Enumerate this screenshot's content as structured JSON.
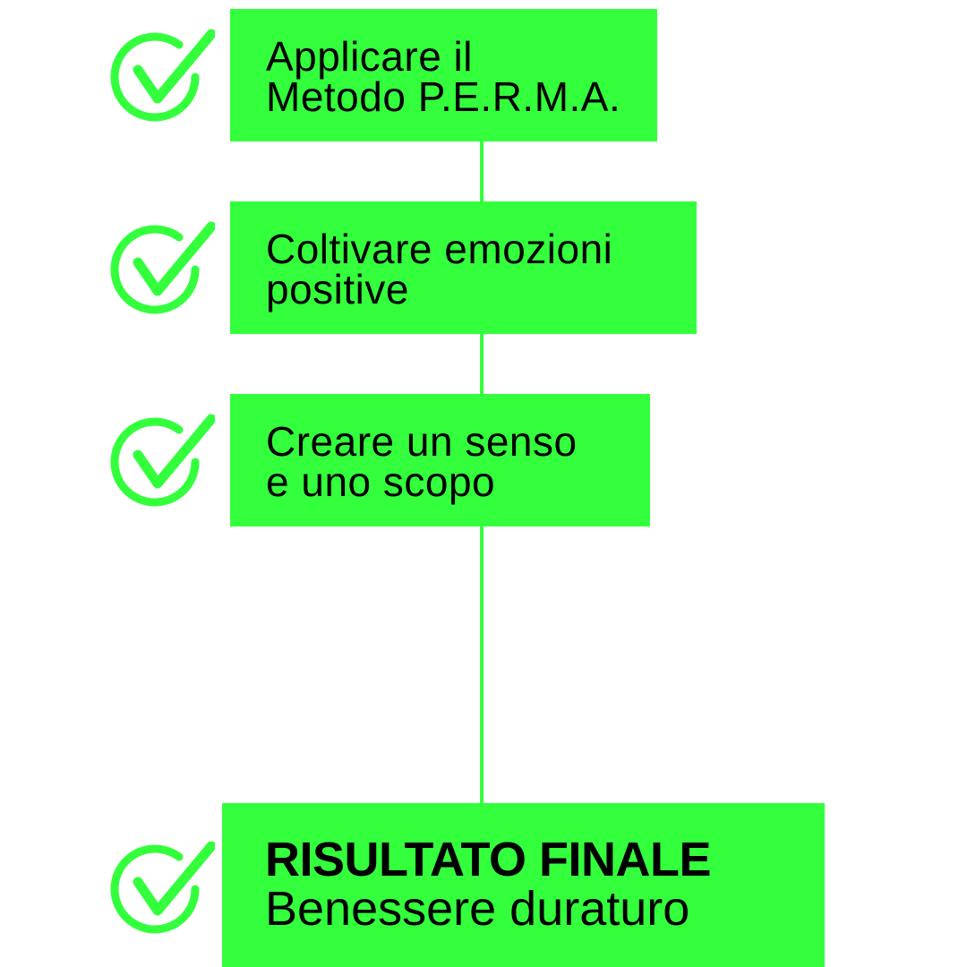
{
  "colors": {
    "accent": "#33ff3c",
    "text": "#000000",
    "background": "#ffffff"
  },
  "steps": [
    {
      "line1": "Applicare il",
      "line2": "Metodo P.E.R.M.A.",
      "icon": "check-circle-icon"
    },
    {
      "line1": "Coltivare emozioni",
      "line2": "positive",
      "icon": "check-circle-icon"
    },
    {
      "line1": "Creare un senso",
      "line2": "e uno scopo",
      "icon": "check-circle-icon"
    }
  ],
  "final": {
    "title": "RISULTATO FINALE",
    "subtitle": "Benessere duraturo",
    "icon": "check-circle-icon"
  }
}
